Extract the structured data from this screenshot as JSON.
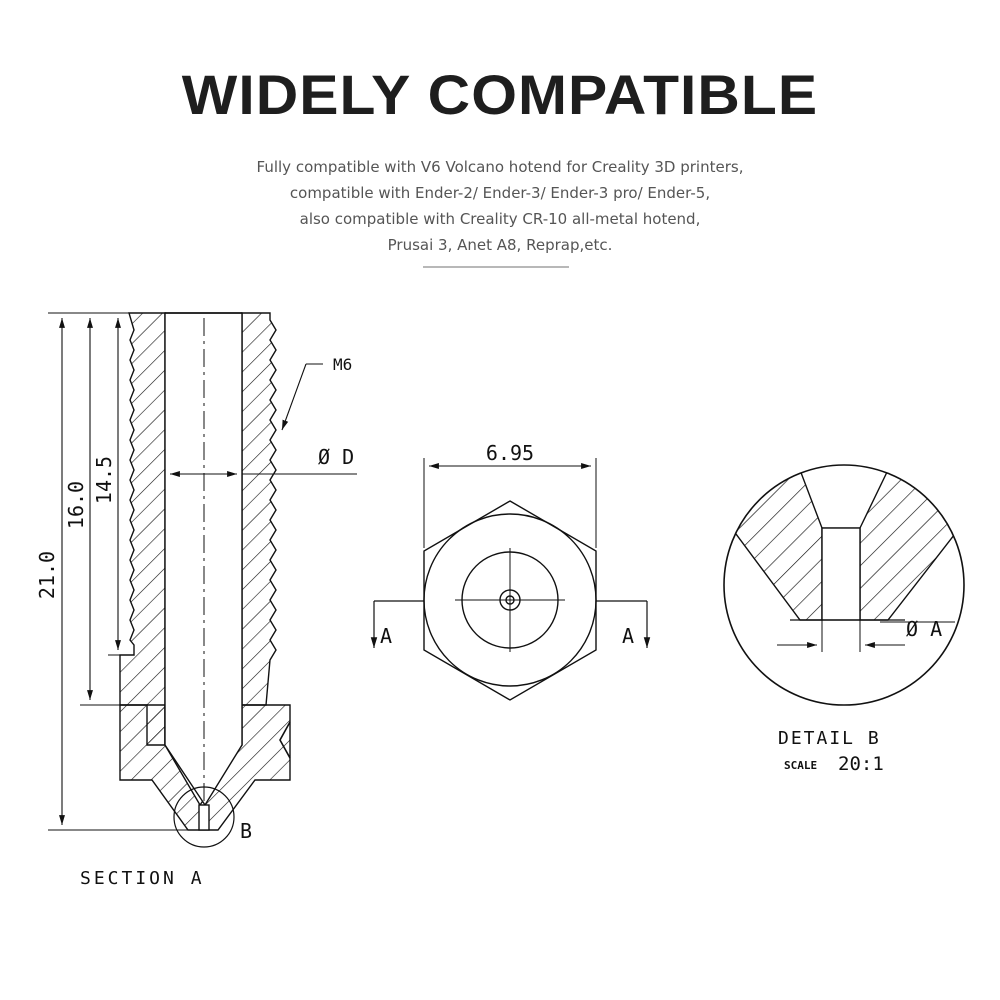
{
  "header": {
    "title": "WIDELY COMPATIBLE",
    "description_lines": [
      "Fully  compatible with V6 Volcano hotend for Creality 3D printers,",
      "compatible with Ender-2/ Ender-3/ Ender-3 pro/ Ender-5,",
      "also compatible with Creality CR-10 all-metal hotend,",
      "Prusai 3, Anet A8, Reprap,etc."
    ]
  },
  "section_view": {
    "dim_total": "21.0",
    "dim_mid": "16.0",
    "dim_thread": "14.5",
    "thread_label": "M6",
    "bore_label": "Ø D",
    "detail_marker": "B",
    "caption": "SECTION A"
  },
  "top_view": {
    "width_dim": "6.95",
    "section_mark_left": "A",
    "section_mark_right": "A"
  },
  "detail_view": {
    "orifice_label": "Ø A",
    "caption": "DETAIL B",
    "scale_word": "SCALE",
    "scale_value": "20:1"
  }
}
